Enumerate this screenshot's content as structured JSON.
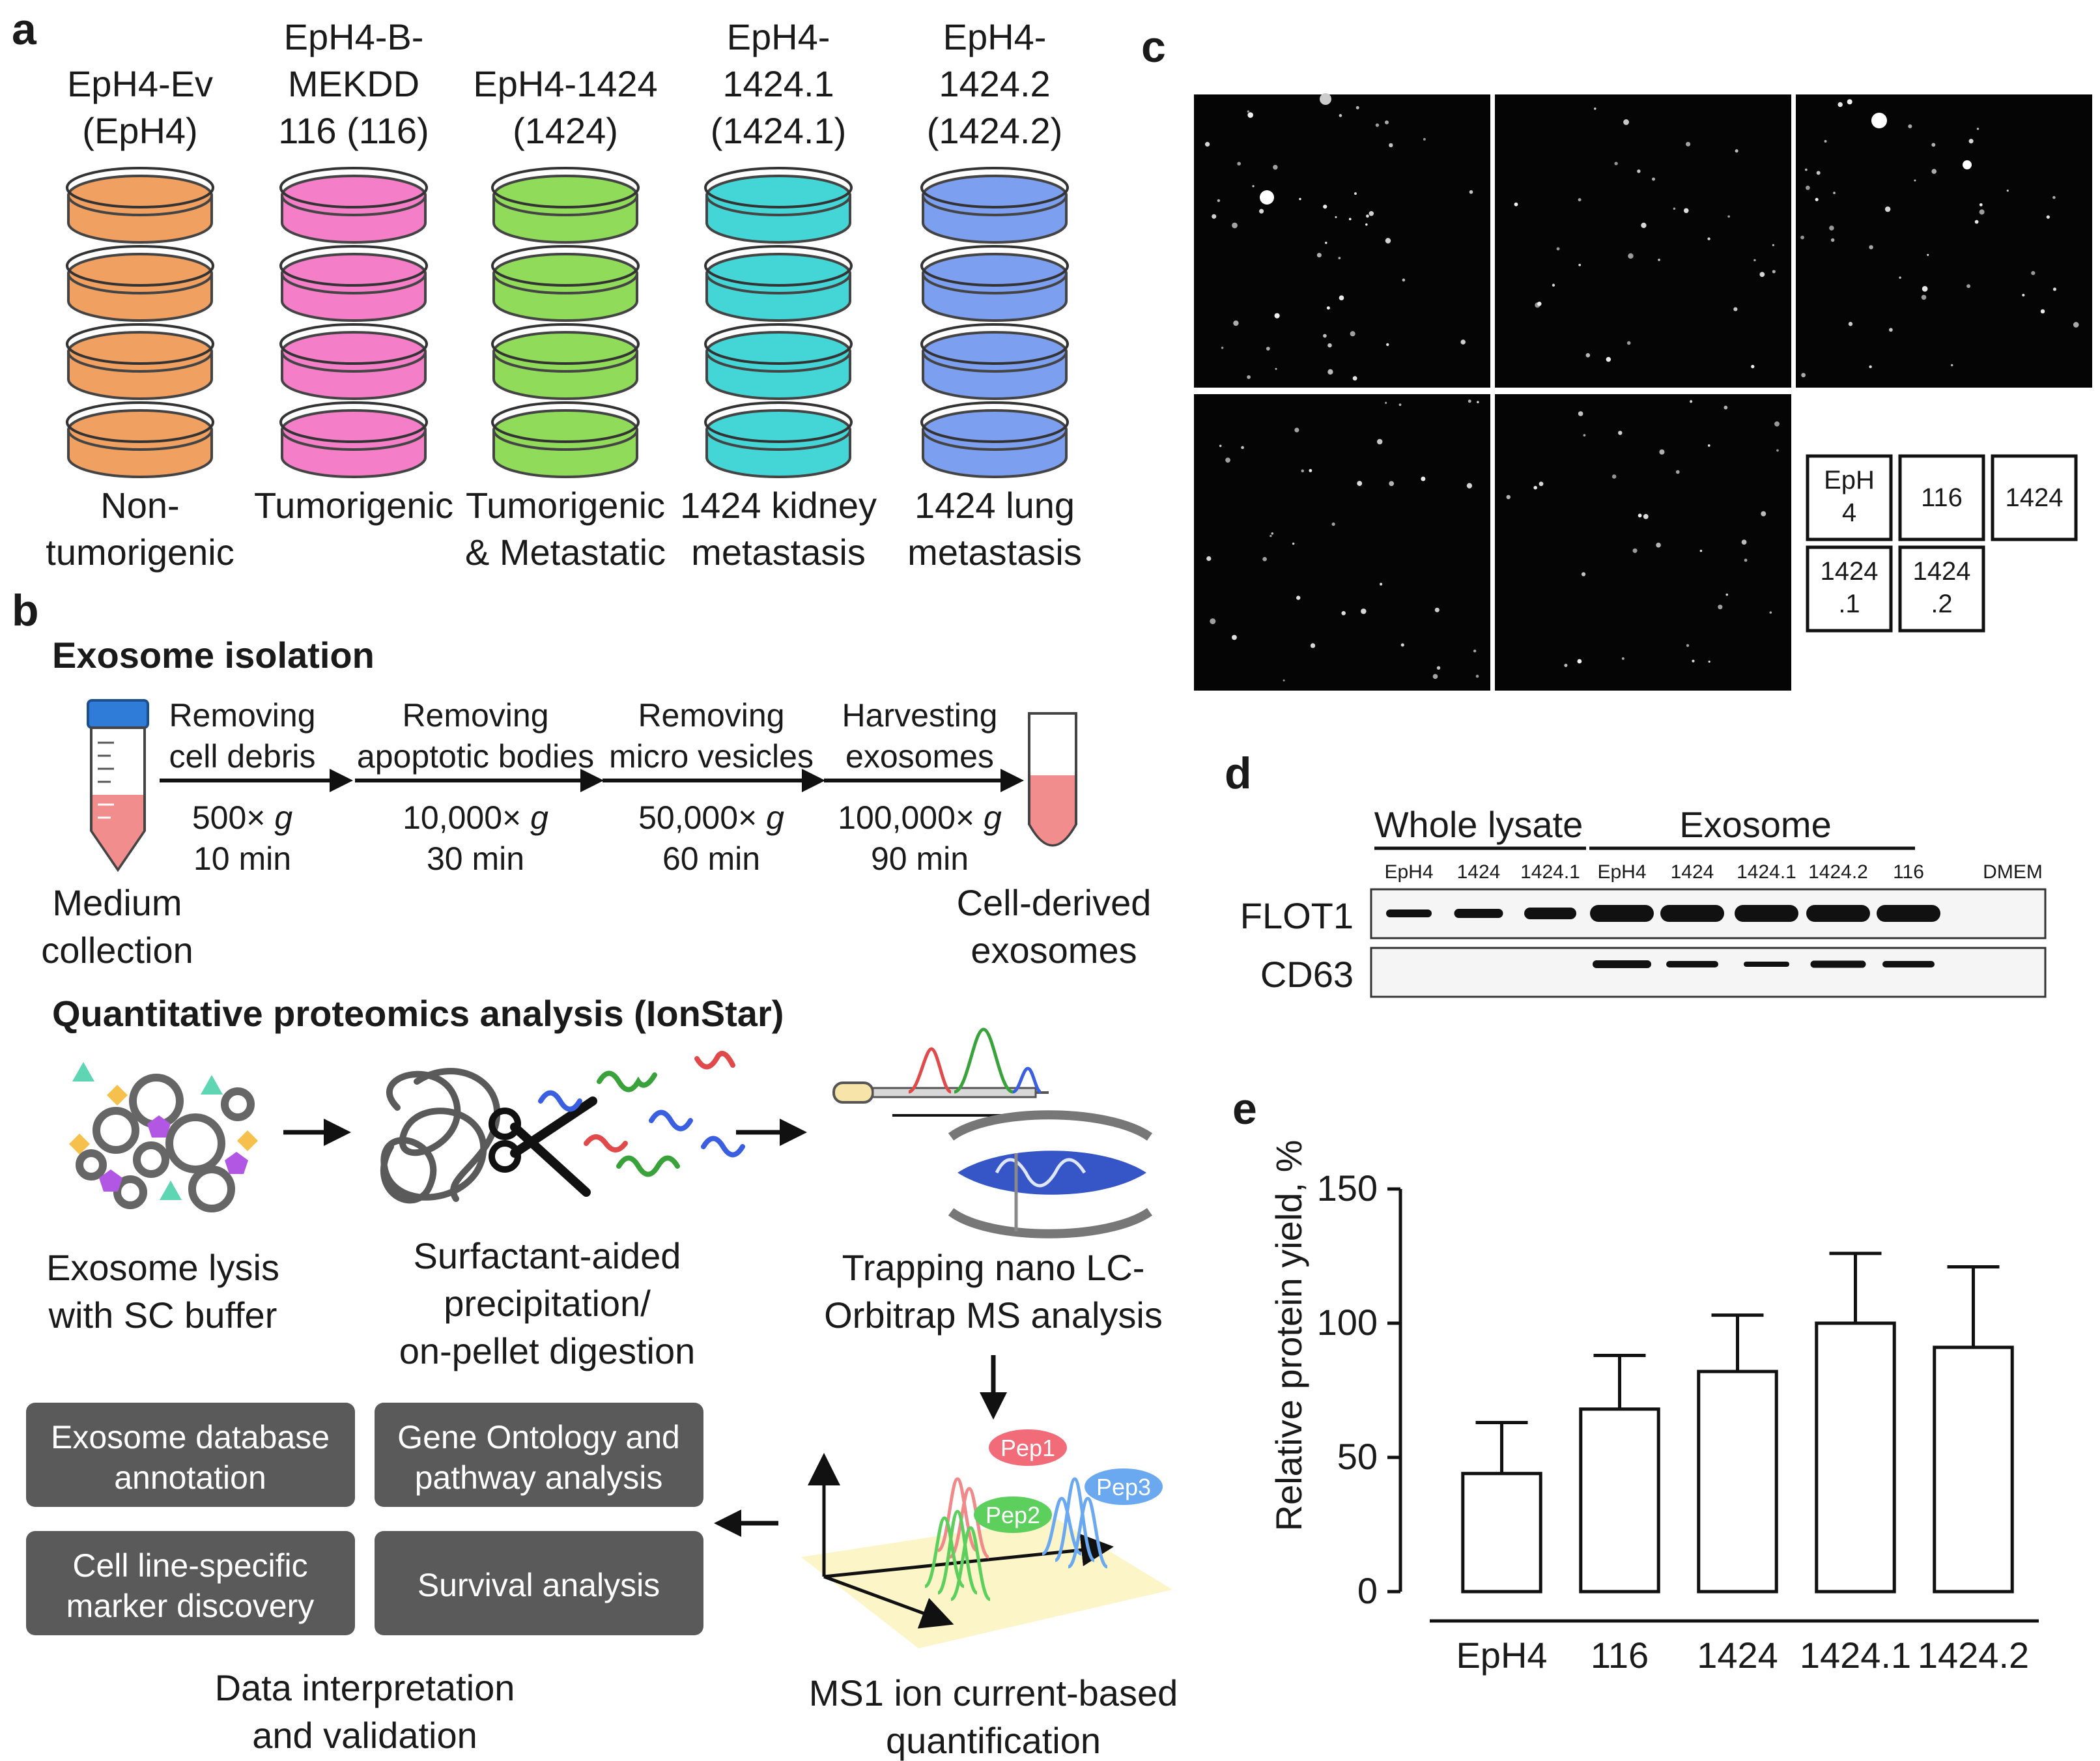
{
  "panels": {
    "a": "a",
    "b": "b",
    "c": "c",
    "d": "d",
    "e": "e"
  },
  "panel_a": {
    "columns": [
      {
        "title": [
          "EpH4-Ev",
          "(EpH4)"
        ],
        "desc": [
          "Non-",
          "tumorigenic"
        ],
        "color": "#f0a060"
      },
      {
        "title": [
          "EpH4-B-",
          "MEKDD",
          "116 (116)"
        ],
        "desc": [
          "Tumorigenic"
        ],
        "color": "#f47fc8"
      },
      {
        "title": [
          "EpH4-1424",
          "(1424)"
        ],
        "desc": [
          "Tumorigenic",
          "& Metastatic"
        ],
        "color": "#90dc5a"
      },
      {
        "title": [
          "EpH4-",
          "1424.1",
          "(1424.1)"
        ],
        "desc": [
          "1424 kidney",
          "metastasis"
        ],
        "color": "#44d6d6"
      },
      {
        "title": [
          "EpH4-",
          "1424.2",
          "(1424.2)"
        ],
        "desc": [
          "1424 lung",
          "metastasis"
        ],
        "color": "#7d9ff0"
      }
    ]
  },
  "panel_b": {
    "isolation_title": "Exosome isolation",
    "steps": [
      {
        "top": [
          "Removing",
          "cell debris"
        ],
        "force": "500×",
        "time": "10 min"
      },
      {
        "top": [
          "Removing",
          "apoptotic bodies"
        ],
        "force": "10,000×",
        "time": "30 min"
      },
      {
        "top": [
          "Removing",
          "micro vesicles"
        ],
        "force": "50,000×",
        "time": "60 min"
      },
      {
        "top": [
          "Harvesting",
          "exosomes"
        ],
        "force": "100,000×",
        "time": "90 min"
      }
    ],
    "g_unit": "g",
    "start_label": [
      "Medium",
      "collection"
    ],
    "end_label": [
      "Cell-derived",
      "exosomes"
    ],
    "proteomics_title": "Quantitative proteomics analysis (IonStar)",
    "lysis_label": [
      "Exosome lysis",
      "with SC buffer"
    ],
    "digestion_label": [
      "Surfactant-aided",
      "precipitation/",
      "on-pellet digestion"
    ],
    "lcms_label": [
      "Trapping nano LC-",
      "Orbitrap MS analysis"
    ],
    "quant_label": [
      "MS1 ion current-based",
      "quantification"
    ],
    "peptides": [
      "Pep1",
      "Pep2",
      "Pep3"
    ],
    "boxes": [
      [
        "Exosome database",
        "annotation"
      ],
      [
        "Gene Ontology and",
        "pathway analysis"
      ],
      [
        "Cell line-specific",
        "marker discovery"
      ],
      [
        "Survival analysis"
      ]
    ],
    "interp_label": [
      "Data interpretation",
      "and validation"
    ]
  },
  "panel_c": {
    "legend": [
      [
        "EpH",
        "4"
      ],
      [
        "116"
      ],
      [
        "1424"
      ],
      [
        "1424",
        ".1"
      ],
      [
        "1424",
        ".2"
      ]
    ]
  },
  "panel_d": {
    "groups": [
      "Whole lysate",
      "Exosome"
    ],
    "lanes": [
      "EpH4",
      "1424",
      "1424.1",
      "EpH4",
      "1424",
      "1424.1",
      "1424.2",
      "116",
      "DMEM"
    ],
    "rows": [
      "FLOT1",
      "CD63"
    ]
  },
  "chart_data": {
    "type": "bar",
    "categories": [
      "EpH4",
      "116",
      "1424",
      "1424.1",
      "1424.2"
    ],
    "values": [
      44,
      68,
      82,
      100,
      91
    ],
    "errors": [
      19,
      20,
      21,
      26,
      30
    ],
    "ylabel": "Relative protein yield, %",
    "ylim": [
      0,
      150
    ],
    "yticks": [
      0,
      50,
      100,
      150
    ],
    "grid": false
  }
}
